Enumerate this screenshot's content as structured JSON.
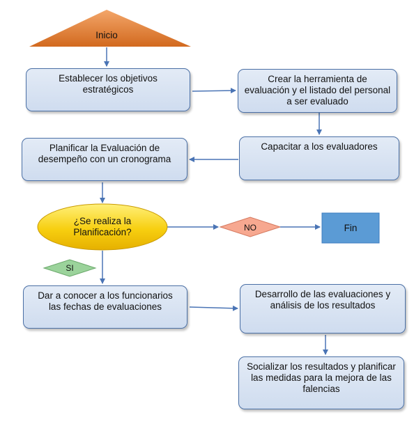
{
  "nodes": {
    "start": "Inicio",
    "objectives": "Establecer los objetivos estratégicos",
    "tool": "Crear la herramienta de evaluación y el listado del personal a ser evaluado",
    "train": "Capacitar a los evaluadores",
    "plan": "Planificar la Evaluación de desempeño con un cronograma",
    "decision": "¿Se realiza la Planificación?",
    "no": "NO",
    "end": "Fin",
    "yes": "SI",
    "announce": "Dar a conocer a los funcionarios las fechas de evaluaciones",
    "develop": "Desarrollo de las evaluaciones y análisis de los resultados",
    "socialize": "Socializar los resultados y planificar las medidas para la mejora de las falencias"
  },
  "colors": {
    "box_fill": "#d5e0f0",
    "box_border": "#4a6fa5",
    "start_fill": "#d2691e",
    "decision_fill": "#f5c400",
    "no_fill": "#f7a890",
    "end_fill": "#5b9bd5",
    "yes_fill": "#9bd39b",
    "arrow": "#4a74b5"
  }
}
